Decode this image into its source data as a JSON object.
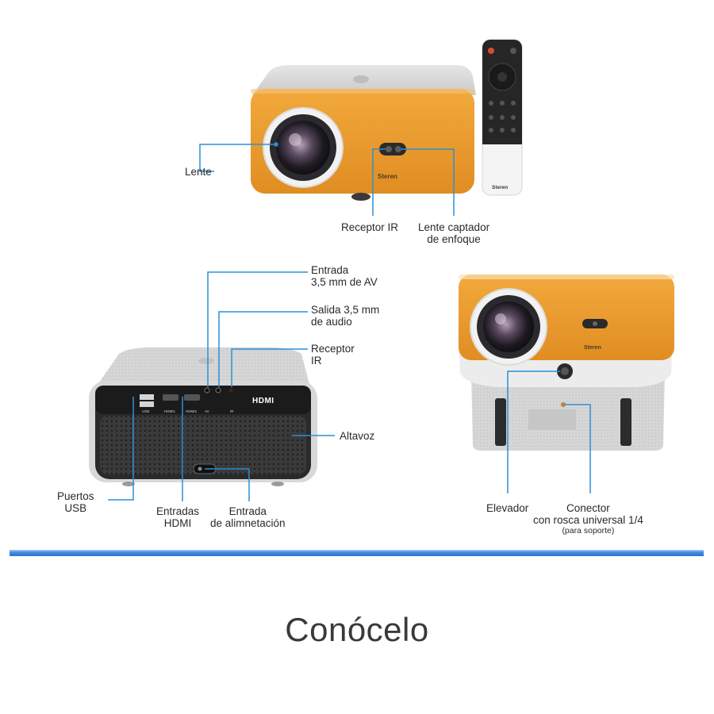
{
  "brand": "Steren",
  "hdmi_logo": "HDMI",
  "callouts": {
    "lente": "Lente",
    "receptor_ir_front": "Receptor IR",
    "lente_captador": [
      "Lente captador",
      "de enfoque"
    ],
    "entrada_av": [
      "Entrada",
      "3,5 mm de AV"
    ],
    "salida_audio": [
      "Salida 3,5 mm",
      "de audio"
    ],
    "receptor_ir_back": [
      "Receptor",
      "IR"
    ],
    "altavoz": "Altavoz",
    "puertos_usb": [
      "Puertos",
      "USB"
    ],
    "entradas_hdmi": [
      "Entradas",
      "HDMI"
    ],
    "entrada_alimentacion": [
      "Entrada",
      "de alimnetación"
    ],
    "elevador": "Elevador",
    "conector": [
      "Conector",
      "con rosca universal 1/4",
      "(para soporte)"
    ]
  },
  "port_labels": {
    "usb": "USB",
    "hdmi1": "HDMI1",
    "hdmi2": "HDMI2",
    "av": "AV",
    "ir": "IR"
  },
  "title": "Conócelo",
  "colors": {
    "accent_orange": "#ec9a2c",
    "callout_line": "#2d8fd5",
    "divider_blue": "#2f6fd0",
    "body_grey": "#d9d9d9",
    "dark_panel": "#2b2b2b"
  }
}
